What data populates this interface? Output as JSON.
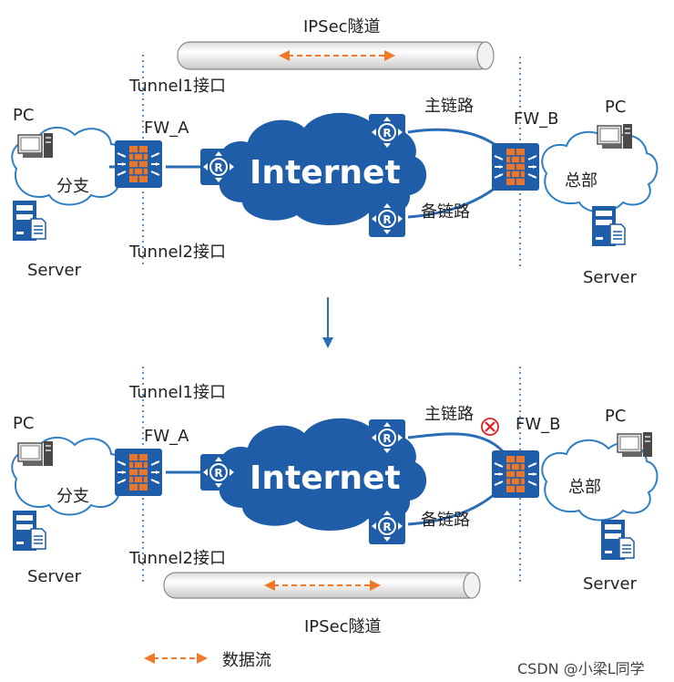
{
  "top": {
    "tunnel_title": "IPSec隧道",
    "tunnel1_label": "Tunnel1接口",
    "tunnel2_label": "Tunnel2接口",
    "primary_link": "主链路",
    "backup_link": "备链路",
    "fw_a": "FW_A",
    "fw_b": "FW_B",
    "internet": "Internet",
    "branch": "分支",
    "hq": "总部",
    "pc_left": "PC",
    "pc_right": "PC",
    "server_left": "Server",
    "server_right": "Server"
  },
  "bottom": {
    "tunnel_title": "IPSec隧道",
    "tunnel1_label": "Tunnel1接口",
    "tunnel2_label": "Tunnel2接口",
    "primary_link": "主链路",
    "backup_link": "备链路",
    "fw_a": "FW_A",
    "fw_b": "FW_B",
    "internet": "Internet",
    "branch": "分支",
    "hq": "总部",
    "pc_left": "PC",
    "pc_right": "PC",
    "server_left": "Server",
    "server_right": "Server"
  },
  "legend": {
    "data_flow": "数据流"
  },
  "watermark": "CSDN @小梁L同学",
  "colors": {
    "device_blue": "#1f5da8",
    "link_blue": "#2a6cb6",
    "firewall_orange": "#e8762c",
    "dashed_arrow": "#f07a2a",
    "fault_red": "#e02020",
    "cloud_stroke": "#2f7fc4"
  }
}
